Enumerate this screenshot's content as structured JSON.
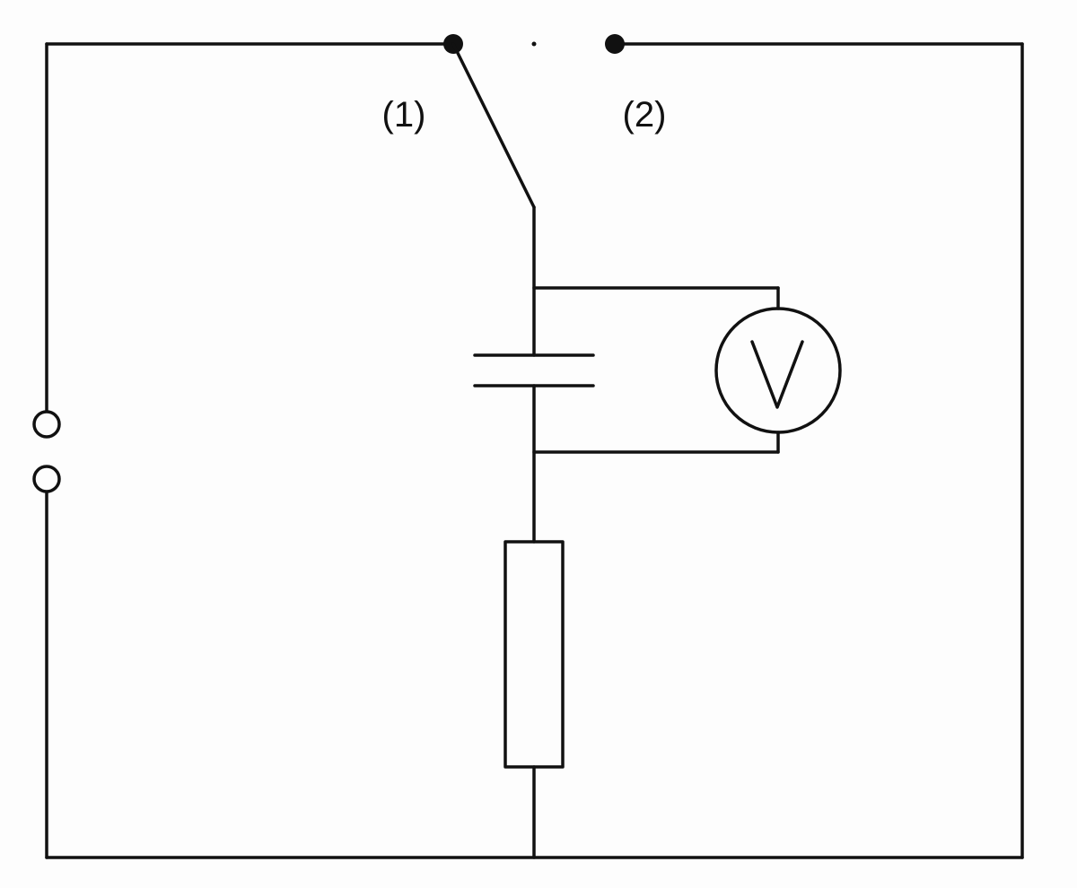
{
  "diagram": {
    "switch_position_1_label": "(1)",
    "switch_position_2_label": "(2)",
    "meter_symbol": "V",
    "line_color": "#111111",
    "background_color": "#fdfdfd"
  }
}
